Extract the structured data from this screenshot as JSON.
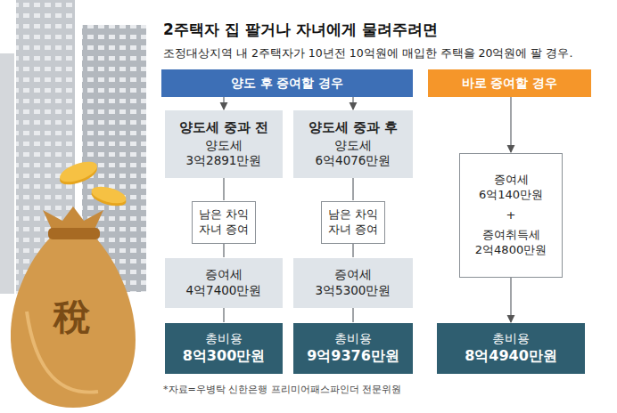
{
  "diagram": {
    "title": "2주택자 집 팔거나 자녀에게 물려주려면",
    "caption": "*자료=우병탁 신한은행 프리미어패스파인더 전문위원",
    "nodes": [
      {
        "text": [
          "양도 후 증여할 경우"
        ]
      },
      {
        "text": [
          "양도세 중과 전",
          "양도세 3억2891만원"
        ]
      },
      {
        "text": [
          "남은 차익 자녀 증여"
        ]
      },
      {
        "text": [
          "증여세 4억7400만원"
        ]
      },
      {
        "text": [
          "총비용",
          "8억300만원"
        ]
      },
      {
        "text": [
          "양도세 중과 후",
          "양도세 6억4076만원"
        ]
      },
      {
        "text": [
          "남은 차익 자녀 증여"
        ]
      },
      {
        "text": [
          "증여세 3억5300만원"
        ]
      },
      {
        "text": [
          "총비용",
          "9억9376만원"
        ]
      },
      {
        "text": [
          "바로 증여할 경우"
        ]
      },
      {
        "text": [
          "증여세 6억140만원",
          "+",
          "증여취득세 2억4800만원"
        ]
      },
      {
        "text": [
          "총비용",
          "8억4940만원"
        ]
      }
    ],
    "edges": [
      {
        "from": 0,
        "to": 1,
        "arrow": "to"
      },
      {
        "from": 1,
        "to": 2,
        "arrow": "none"
      },
      {
        "from": 2,
        "to": 3,
        "arrow": "none"
      },
      {
        "from": 3,
        "to": 4,
        "arrow": "none"
      },
      {
        "from": 0,
        "to": 5,
        "arrow": "to"
      },
      {
        "from": 5,
        "to": 6,
        "arrow": "none"
      },
      {
        "from": 6,
        "to": 7,
        "arrow": "none"
      },
      {
        "from": 7,
        "to": 8,
        "arrow": "none"
      },
      {
        "from": 9,
        "to": 10,
        "arrow": "to"
      },
      {
        "from": 10,
        "to": 11,
        "arrow": "to"
      }
    ],
    "labels": [
      "조정대상지역 내 2주택자가 10년전 10억원에 매입한 주택을 20억원에 팔 경우.",
      "稅"
    ]
  }
}
